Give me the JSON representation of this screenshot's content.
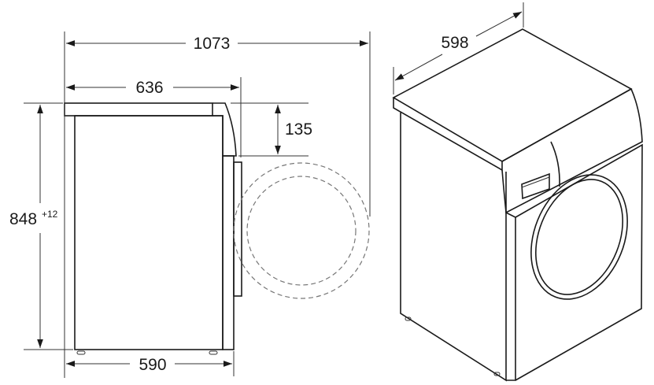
{
  "dimensions": {
    "overall_depth_door_open": "1073",
    "depth_with_door": "636",
    "height": "848",
    "height_tolerance": "+12",
    "door_offset_from_top": "135",
    "body_depth": "590",
    "width": "598"
  },
  "colors": {
    "line": "#1a1a1a",
    "dashed_door_swing": "#777777",
    "background": "#ffffff"
  }
}
